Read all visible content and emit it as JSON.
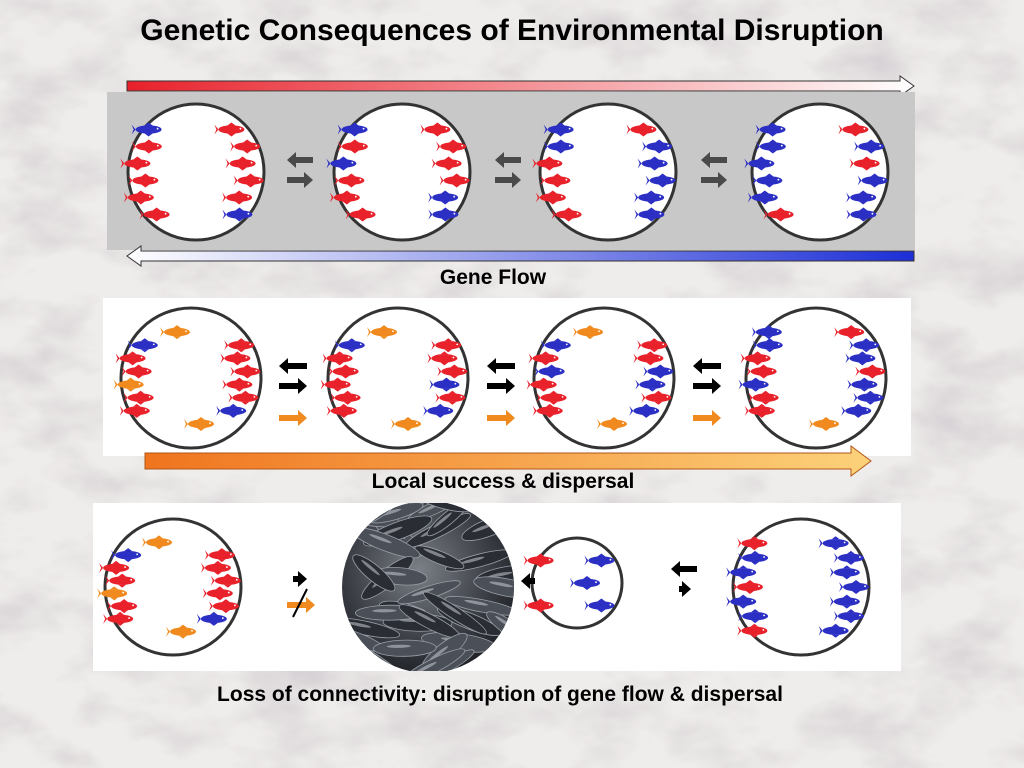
{
  "title": "Genetic Consequences of Environmental Disruption",
  "captions": {
    "gene_flow": "Gene Flow",
    "local_success": "Local success & dispersal",
    "loss_connectivity": "Loss of connectivity: disruption of gene flow & dispersal"
  },
  "colors": {
    "red_fish": "#e8212b",
    "blue_fish": "#2b2fc4",
    "orange_fish": "#f08a1e",
    "panel_gray": "#c8c8c8",
    "dark_arrow": "#4a4a4a"
  }
}
